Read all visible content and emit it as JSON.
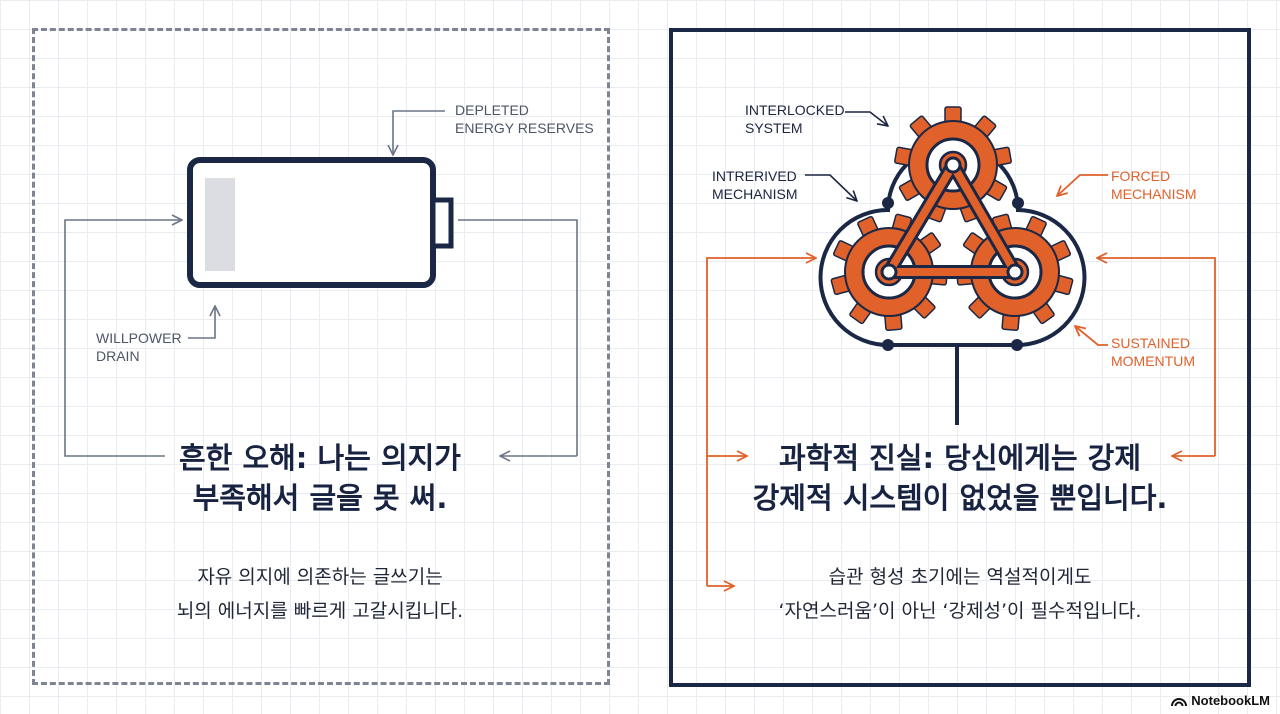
{
  "left": {
    "labels": {
      "depleted_line1": "DEPLETED",
      "depleted_line2": "ENERGY RESERVES",
      "willpower_line1": "WILLPOWER",
      "willpower_line2": "DRAIN"
    },
    "heading": {
      "line1": "흔한 오해: 나는 의지가",
      "line2": "부족해서 글을 못 써."
    },
    "body": {
      "line1": "자유 의지에 의존하는 글쓰기는",
      "line2": "뇌의 에너지를 빠르게 고갈시킵니다."
    }
  },
  "right": {
    "labels": {
      "interlocked_line1": "INTERLOCKED",
      "interlocked_line2": "SYSTEM",
      "intrerived_line1": "INTRERIVED",
      "intrerived_line2": "MECHANISM",
      "forced_line1": "FORCED",
      "forced_line2": "MECHANISM",
      "sustained_line1": "SUSTAINED",
      "sustained_line2": "MOMENTUM"
    },
    "heading": {
      "line1": "과학적 진실: 당신에게는 강제",
      "line2": "강제적 시스템이 없었을 뿐입니다."
    },
    "body": {
      "line1": "습관 형성 초기에는 역설적이게도",
      "line2": "‘자연스러움’이 아닌 ‘강제성’이 필수적입니다."
    }
  },
  "colors": {
    "navy": "#1a2745",
    "orange": "#e0612a",
    "gray": "#7d8593",
    "fill_gray": "#dcdde3"
  },
  "brand": {
    "name": "NotebookLM"
  }
}
